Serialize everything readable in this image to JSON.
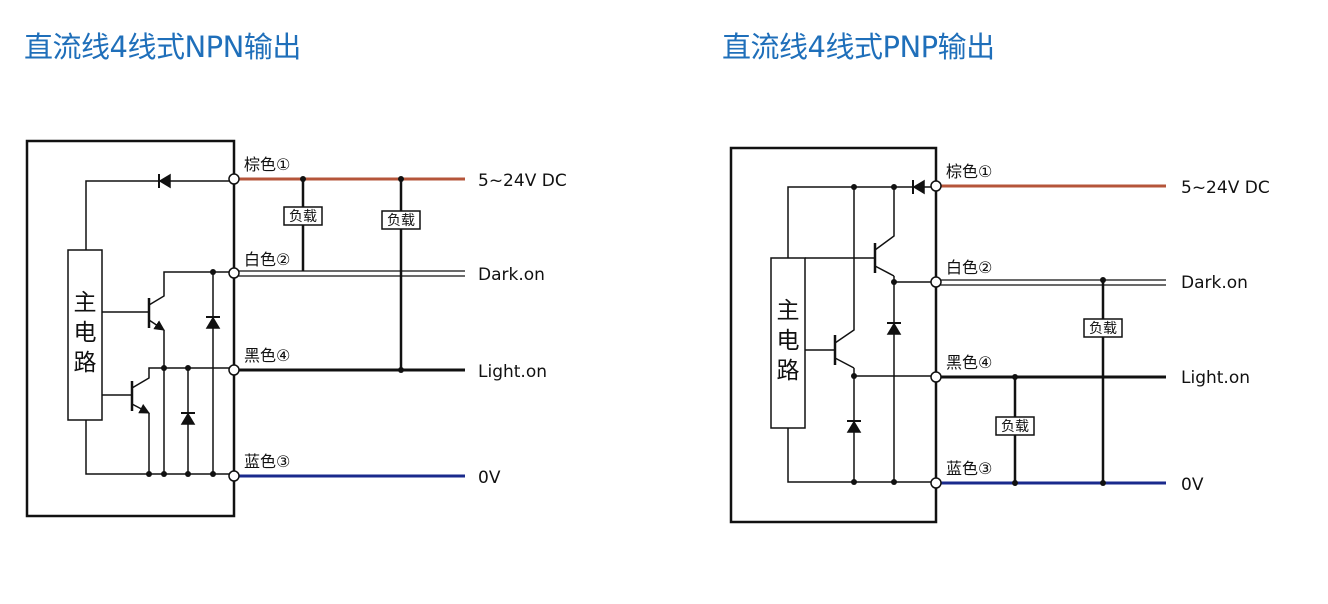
{
  "npn": {
    "title": "直流线4线式NPN输出",
    "main_circuit": [
      "主",
      "电",
      "路"
    ],
    "wires": {
      "brown": "棕色①",
      "white": "白色②",
      "black": "黑色④",
      "blue": "蓝色③"
    },
    "outputs": {
      "supply": "5~24V DC",
      "dark": "Dark.on",
      "light": "Light.on",
      "ground": "0V"
    },
    "load_label": "负载"
  },
  "pnp": {
    "title": "直流线4线式PNP输出",
    "main_circuit": [
      "主",
      "电",
      "路"
    ],
    "wires": {
      "brown": "棕色①",
      "white": "白色②",
      "black": "黑色④",
      "blue": "蓝色③"
    },
    "outputs": {
      "supply": "5~24V DC",
      "dark": "Dark.on",
      "light": "Light.on",
      "ground": "0V"
    },
    "load_label": "负载"
  },
  "colors": {
    "title": "#1f6fba",
    "brown_wire": "#b5553a",
    "blue_wire": "#1a2a8c",
    "black_wire": "#111111",
    "white_wire": "#ffffff"
  }
}
